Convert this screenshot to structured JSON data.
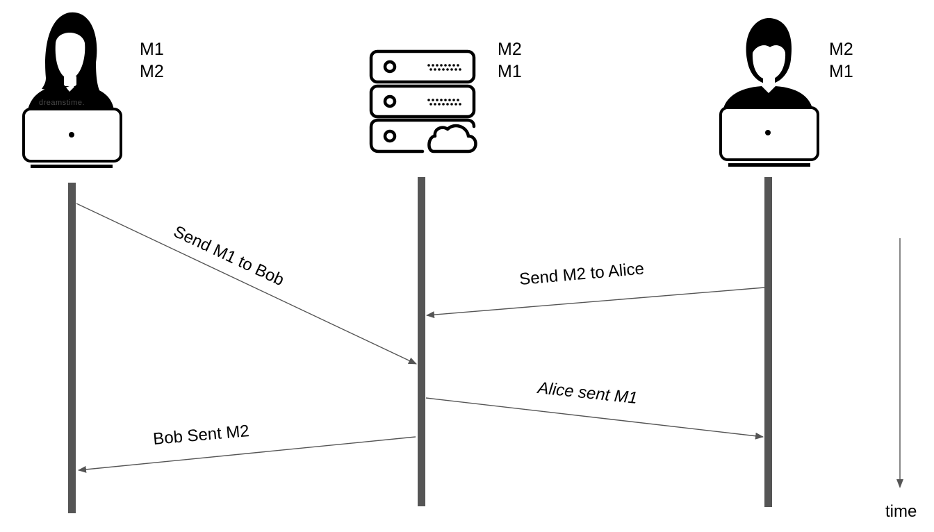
{
  "participants": {
    "alice": {
      "icon": "woman-with-laptop-icon",
      "received_order": [
        "M1",
        "M2"
      ],
      "watermark": "dreamstime."
    },
    "server": {
      "icon": "cloud-server-icon",
      "received_order": [
        "M2",
        "M1"
      ]
    },
    "bob": {
      "icon": "man-with-laptop-icon",
      "received_order": [
        "M2",
        "M1"
      ]
    }
  },
  "messages": [
    {
      "label": "Send M1 to Bob",
      "from": "alice",
      "to": "server"
    },
    {
      "label": "Send M2 to Alice",
      "from": "bob",
      "to": "server"
    },
    {
      "label": "Alice sent M1",
      "from": "server",
      "to": "bob"
    },
    {
      "label": "Bob Sent M2",
      "from": "server",
      "to": "alice"
    }
  ],
  "time_axis": {
    "label": "time",
    "direction": "down"
  },
  "colors": {
    "lifeline": "#555555",
    "icon": "#000000",
    "background": "#ffffff"
  }
}
